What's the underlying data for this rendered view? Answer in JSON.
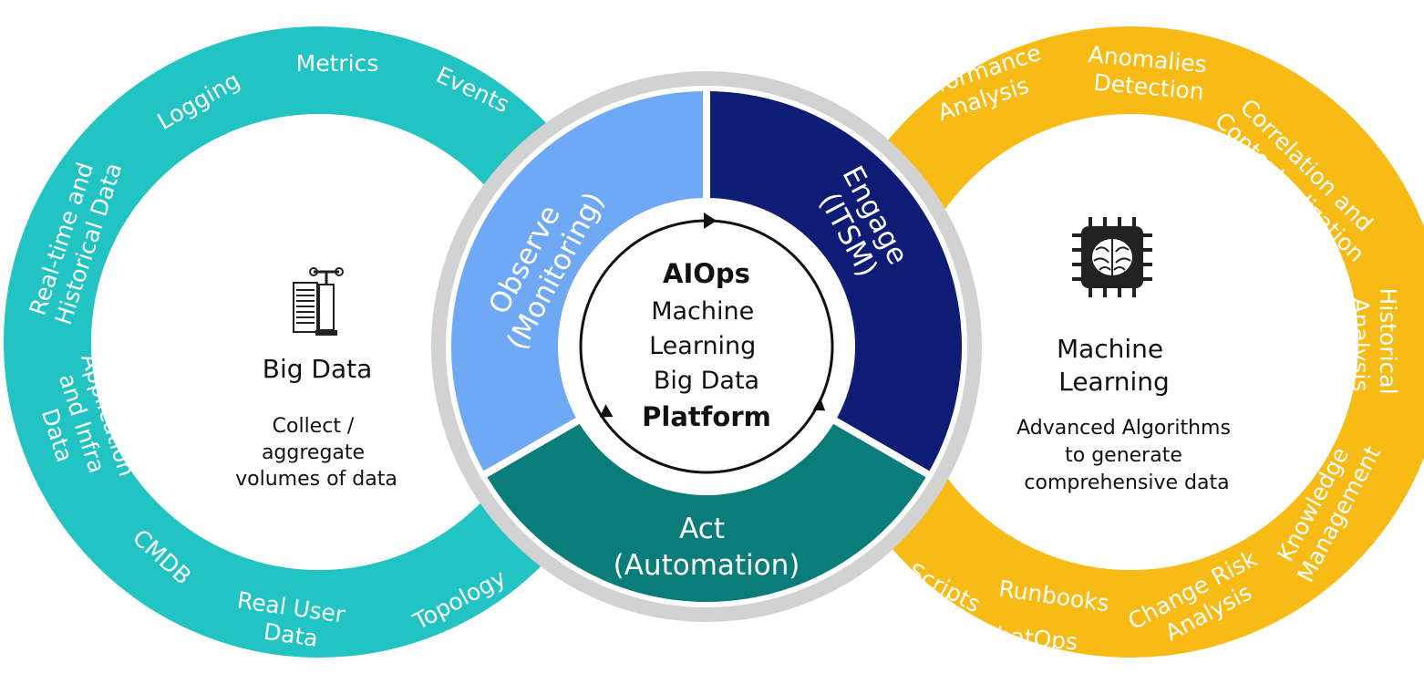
{
  "colors": {
    "left_ring": "#22c3c3",
    "right_ring": "#f8ba14",
    "observe": "#6fa8f5",
    "engage": "#0f1c76",
    "act": "#0a7c7a",
    "hub_border": "#d2d2d2"
  },
  "left_ring": {
    "icon": "big-data-icon",
    "title": "Big Data",
    "description": [
      "Collect /",
      "aggregate",
      "volumes of data"
    ],
    "labels": {
      "metrics": "Metrics",
      "logging": "Logging",
      "events": "Events",
      "realtime": [
        "Real-time and",
        "Historical Data"
      ],
      "application": [
        "Application",
        "and Infra",
        "Data"
      ],
      "cmdb": "CMDB",
      "real_user": [
        "Real User",
        "Data"
      ],
      "topology": "Topology"
    }
  },
  "right_ring": {
    "icon": "ai-chip-icon",
    "title": [
      "Machine",
      "Learning"
    ],
    "description": [
      "Advanced Algorithms",
      "to generate",
      "comprehensive data"
    ],
    "labels": {
      "performance": [
        "Performance",
        "Analysis"
      ],
      "anomalies": [
        "Anomalies",
        "Detection"
      ],
      "correlation": [
        "Correlation and",
        "Contextualization"
      ],
      "historical": [
        "Historical",
        "Analysis"
      ],
      "knowledge": [
        "Knowledge",
        "Management"
      ],
      "change_risk": [
        "Change Risk",
        "Analysis"
      ],
      "runbooks": "Runbooks",
      "scripts": "Scripts",
      "chatops": "ChatOps"
    }
  },
  "hub": {
    "observe": [
      "Observe",
      "(Monitoring)"
    ],
    "engage": [
      "Engage",
      "(ITSM)"
    ],
    "act": [
      "Act",
      "(Automation)"
    ],
    "core": {
      "title": "AIOps",
      "lines": [
        "Machine",
        "Learning",
        "Big Data"
      ],
      "footer": "Platform"
    }
  }
}
